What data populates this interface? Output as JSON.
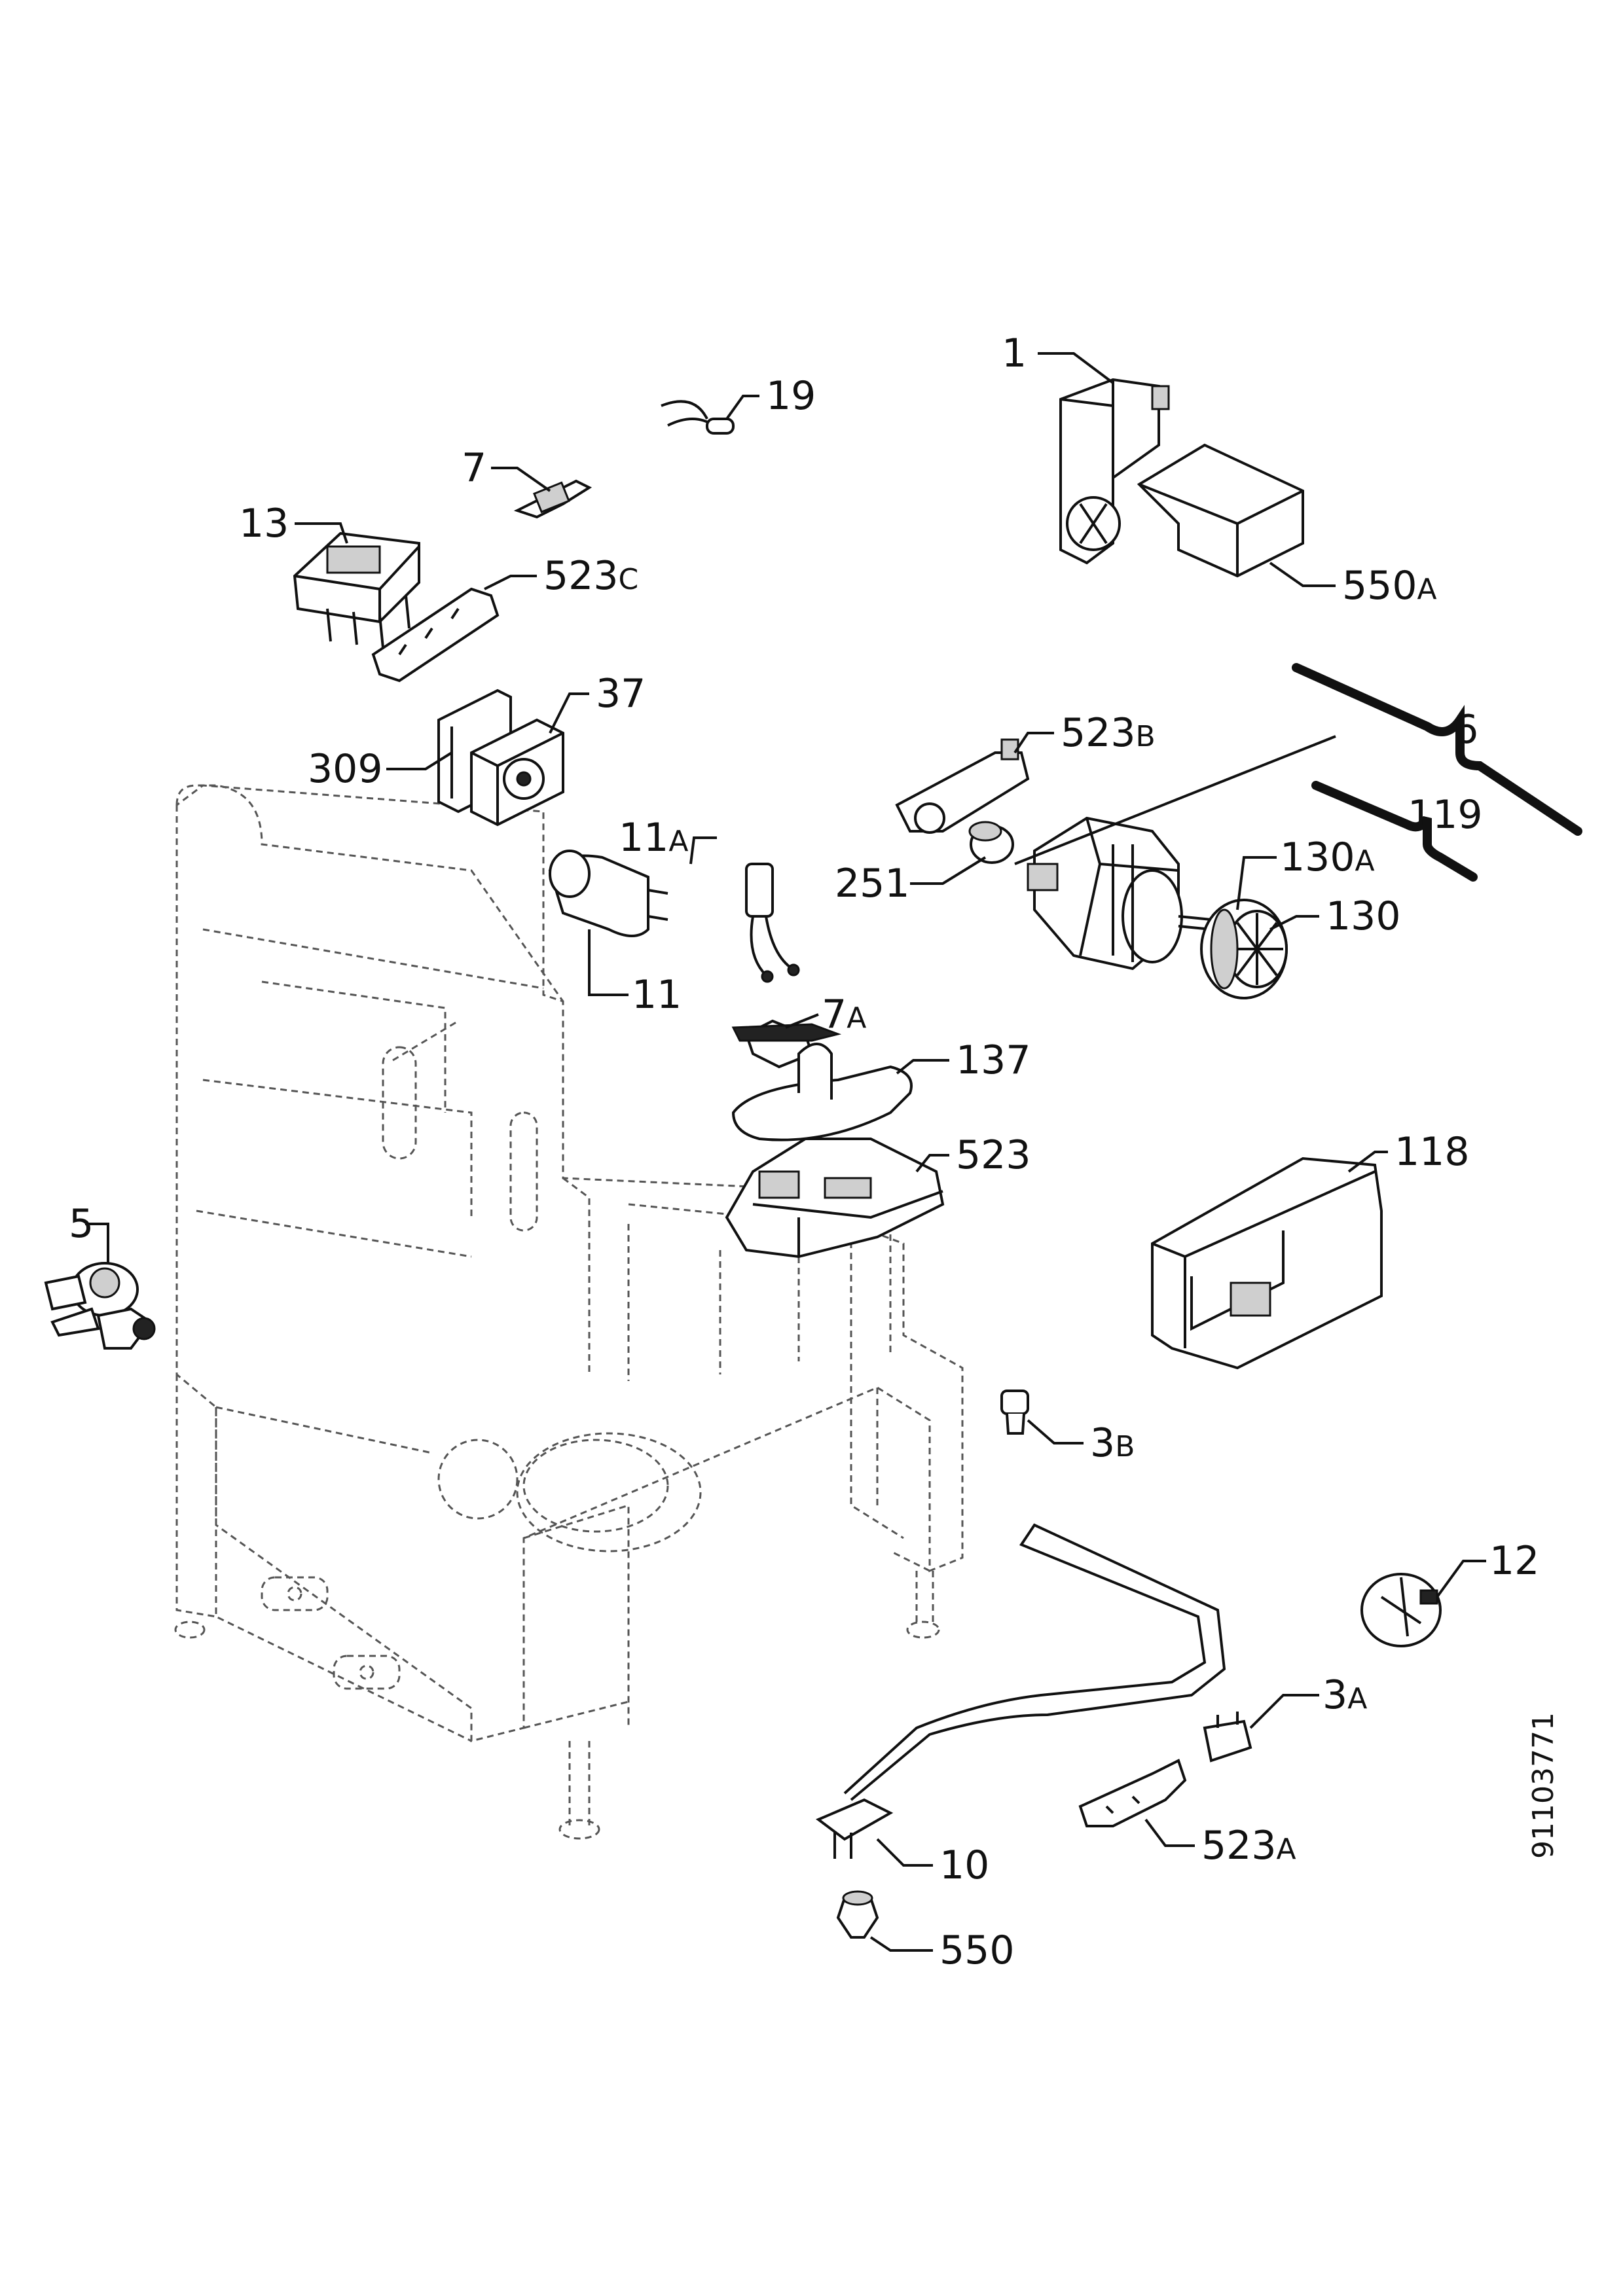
{
  "document_number": "91103771",
  "part_labels": [
    {
      "id": "1",
      "main": "1",
      "suffix": ""
    },
    {
      "id": "19",
      "main": "19",
      "suffix": ""
    },
    {
      "id": "7",
      "main": "7",
      "suffix": ""
    },
    {
      "id": "13",
      "main": "13",
      "suffix": ""
    },
    {
      "id": "523c",
      "main": "523",
      "suffix": "C"
    },
    {
      "id": "550a",
      "main": "550",
      "suffix": "A"
    },
    {
      "id": "37",
      "main": "37",
      "suffix": ""
    },
    {
      "id": "309",
      "main": "309",
      "suffix": ""
    },
    {
      "id": "523b",
      "main": "523",
      "suffix": "B"
    },
    {
      "id": "6",
      "main": "6",
      "suffix": ""
    },
    {
      "id": "119",
      "main": "119",
      "suffix": ""
    },
    {
      "id": "11a",
      "main": "11",
      "suffix": "A"
    },
    {
      "id": "251",
      "main": "251",
      "suffix": ""
    },
    {
      "id": "130a",
      "main": "130",
      "suffix": "A"
    },
    {
      "id": "130",
      "main": "130",
      "suffix": ""
    },
    {
      "id": "11",
      "main": "11",
      "suffix": ""
    },
    {
      "id": "7a",
      "main": "7",
      "suffix": "A"
    },
    {
      "id": "137",
      "main": "137",
      "suffix": ""
    },
    {
      "id": "523",
      "main": "523",
      "suffix": ""
    },
    {
      "id": "118",
      "main": "118",
      "suffix": ""
    },
    {
      "id": "5",
      "main": "5",
      "suffix": ""
    },
    {
      "id": "3b",
      "main": "3",
      "suffix": "B"
    },
    {
      "id": "12",
      "main": "12",
      "suffix": ""
    },
    {
      "id": "3a",
      "main": "3",
      "suffix": "A"
    },
    {
      "id": "10",
      "main": "10",
      "suffix": ""
    },
    {
      "id": "523a",
      "main": "523",
      "suffix": "A"
    },
    {
      "id": "550",
      "main": "550",
      "suffix": ""
    }
  ]
}
